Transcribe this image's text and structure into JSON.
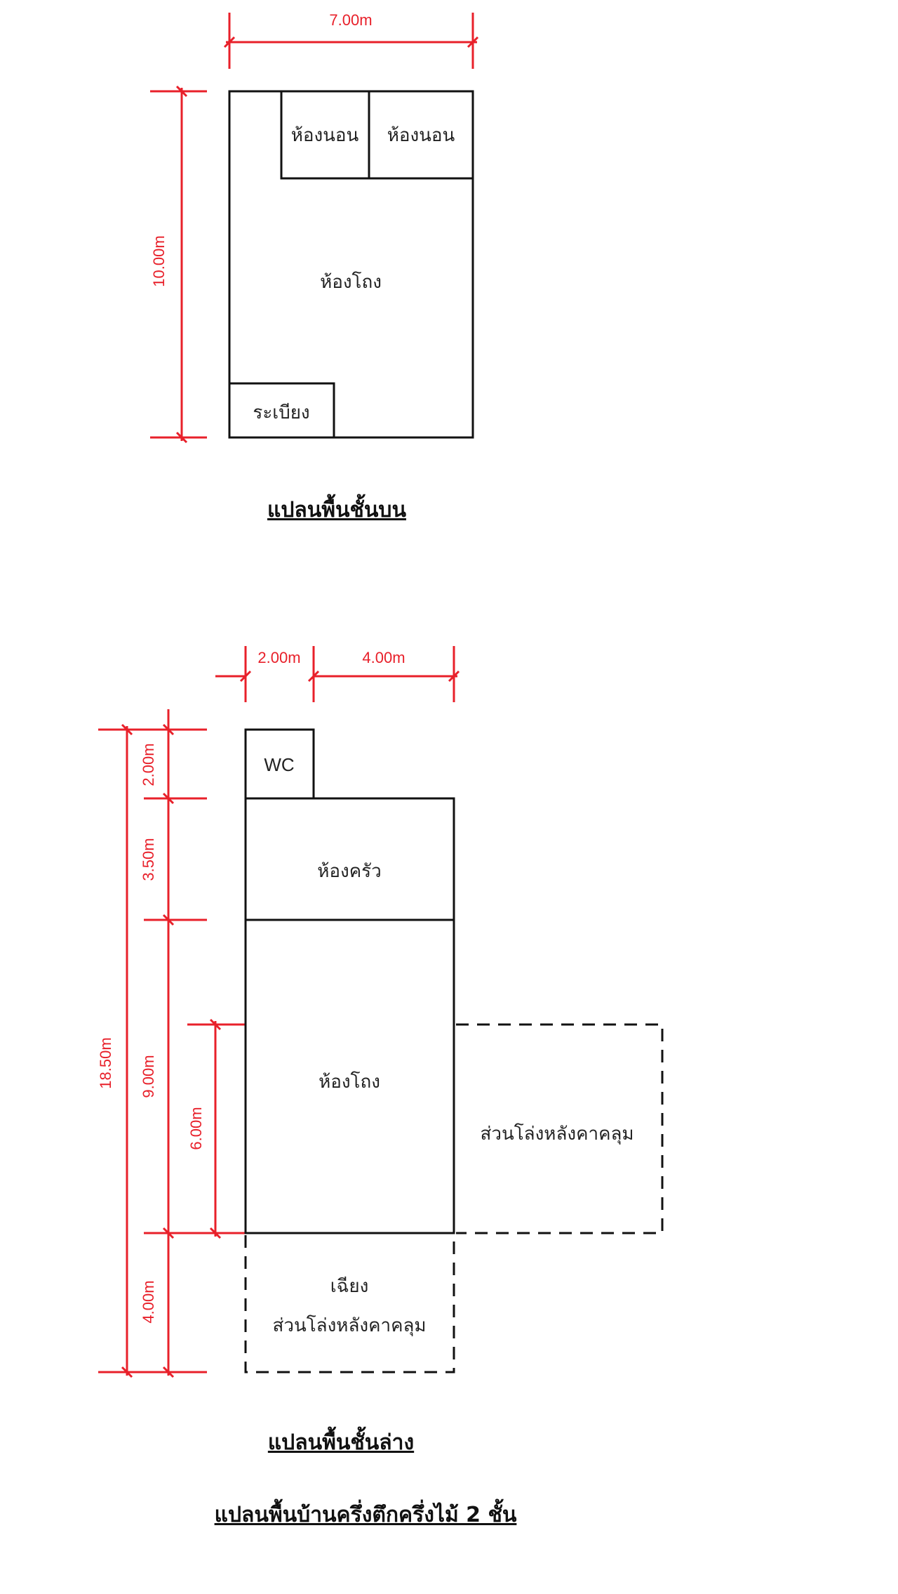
{
  "upper_floor": {
    "width_dim": "7.00m",
    "height_dim": "10.00m",
    "rooms": {
      "bedroom_1": "ห้องนอน",
      "bedroom_2": "ห้องนอน",
      "hall": "ห้องโถง",
      "balcony": "ระเบียง"
    },
    "title": "แปลนพื้นชั้นบน"
  },
  "lower_floor": {
    "top_dims": [
      "2.00m",
      "4.00m"
    ],
    "total_dim": "18.50m",
    "segment_dims": [
      "2.00m",
      "3.50m",
      "9.00m",
      "4.00m"
    ],
    "inner_dim": "6.00m",
    "rooms": {
      "wc": "WC",
      "kitchen": "ห้องครัว",
      "hall": "ห้องโถง",
      "side_open": "ส่วนโล่งหลังคาคลุม",
      "front_line1": "เฉียง",
      "front_line2": "ส่วนโล่งหลังคาคลุม"
    },
    "title": "แปลนพื้นชั้นล่าง"
  },
  "main_title": "แปลนพื้นบ้านครึ่งตึกครึ่งไม้ 2 ชั้น",
  "colors": {
    "dimension": "#e8202a",
    "wall": "#111111"
  }
}
